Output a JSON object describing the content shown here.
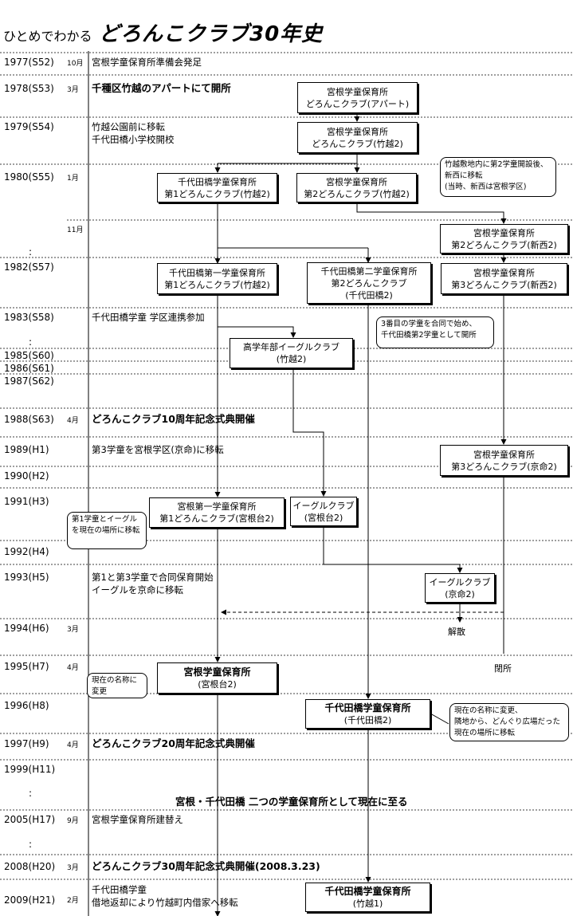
{
  "header": {
    "subtitle": "ひとめでわかる",
    "title": "どろんこクラブ30年史"
  },
  "rows": [
    {
      "year": "1977(S52)",
      "month": "10月",
      "text": "宮根学童保育所準備会発足",
      "bold": false
    },
    {
      "year": "1978(S53)",
      "month": "3月",
      "text": "千種区竹越のアパートにて開所",
      "bold": true
    },
    {
      "year": "1979(S54)",
      "month": "",
      "text": "竹越公園前に移転\n千代田橋小学校開校",
      "bold": false
    },
    {
      "year": "1980(S55)",
      "month": "1月",
      "text": "",
      "bold": false
    },
    {
      "year": "",
      "month": "11月",
      "text": "",
      "bold": false
    },
    {
      "year": "1982(S57)",
      "month": "",
      "text": "",
      "bold": false
    },
    {
      "year": "1983(S58)",
      "month": "",
      "text": "千代田橋学童 学区連携参加",
      "bold": false
    },
    {
      "year": "1985(S60)",
      "month": "",
      "text": "",
      "bold": false
    },
    {
      "year": "1986(S61)",
      "month": "",
      "text": "",
      "bold": false
    },
    {
      "year": "1987(S62)",
      "month": "",
      "text": "",
      "bold": false
    },
    {
      "year": "1988(S63)",
      "month": "4月",
      "text": "どろんこクラブ10周年記念式典開催",
      "bold": true
    },
    {
      "year": "1989(H1)",
      "month": "",
      "text": "第3学童を宮根学区(京命)に移転",
      "bold": false
    },
    {
      "year": "1990(H2)",
      "month": "",
      "text": "",
      "bold": false
    },
    {
      "year": "1991(H3)",
      "month": "",
      "text": "",
      "bold": false
    },
    {
      "year": "1992(H4)",
      "month": "",
      "text": "",
      "bold": false
    },
    {
      "year": "1993(H5)",
      "month": "",
      "text": "第1と第3学童で合同保育開始\nイーグルを京命に移転",
      "bold": false
    },
    {
      "year": "1994(H6)",
      "month": "3月",
      "text": "",
      "bold": false
    },
    {
      "year": "1995(H7)",
      "month": "4月",
      "text": "",
      "bold": false
    },
    {
      "year": "1996(H8)",
      "month": "",
      "text": "",
      "bold": false
    },
    {
      "year": "1997(H9)",
      "month": "4月",
      "text": "どろんこクラブ20周年記念式典開催",
      "bold": true
    },
    {
      "year": "1999(H11)",
      "month": "",
      "text": "",
      "bold": false
    },
    {
      "year": "2005(H17)",
      "month": "9月",
      "text": "宮根学童保育所建替え",
      "bold": false
    },
    {
      "year": "2008(H20)",
      "month": "3月",
      "text": "どろんこクラブ30周年記念式典開催(2008.3.23)",
      "bold": true
    },
    {
      "year": "2009(H21)",
      "month": "2月",
      "text": "千代田橋学童\n借地返却により竹越町内借家へ移転",
      "bold": false
    }
  ],
  "ellipsis": ":",
  "banner": "宮根・千代田橋 二つの学童保育所として現在に至る",
  "boxes": [
    {
      "l1": "宮根学童保育所",
      "l2": "どろんこクラブ(アパート)"
    },
    {
      "l1": "宮根学童保育所",
      "l2": "どろんこクラブ(竹越2)"
    },
    {
      "l1": "千代田橋学童保育所",
      "l2": "第1どろんこクラブ(竹越2)"
    },
    {
      "l1": "宮根学童保育所",
      "l2": "第2どろんこクラブ(竹越2)"
    },
    {
      "l1": "宮根学童保育所",
      "l2": "第2どろんこクラブ(新西2)"
    },
    {
      "l1": "千代田橋第一学童保育所",
      "l2": "第1どろんこクラブ(竹越2)"
    },
    {
      "l1": "千代田橋第二学童保育所",
      "l2": "第2どろんこクラブ",
      "l3": "(千代田橋2)"
    },
    {
      "l1": "宮根学童保育所",
      "l2": "第3どろんこクラブ(新西2)"
    },
    {
      "l1": "高学年部イーグルクラブ",
      "l2": "(竹越2)"
    },
    {
      "l1": "宮根学童保育所",
      "l2": "第3どろんこクラブ(京命2)"
    },
    {
      "l1": "宮根第一学童保育所",
      "l2": "第1どろんこクラブ(宮根台2)"
    },
    {
      "l1": "イーグルクラブ",
      "l2": "(宮根台2)"
    },
    {
      "l1": "イーグルクラブ",
      "l2": "(京命2)"
    },
    {
      "l1": "宮根学童保育所",
      "l2": "(宮根台2)"
    },
    {
      "l1": "千代田橋学童保育所",
      "l2": "(千代田橋2)"
    },
    {
      "l1": "千代田橋学童保育所",
      "l2": "(竹越1)"
    }
  ],
  "notes": [
    "竹越敷地内に第2学童開設後、新西に移転\n(当時、新西は宮根学区)",
    "3番目の学童を合同で始め、\n千代田橋第2学童として開所",
    "第1学童とイーグルを現在の場所に移転",
    "現在の名称に\n変更",
    "現在の名称に変更、\n隣地から、どんぐり広場だった現在の場所に移転"
  ],
  "labels": {
    "dissolve": "解散",
    "close": "閉所"
  }
}
